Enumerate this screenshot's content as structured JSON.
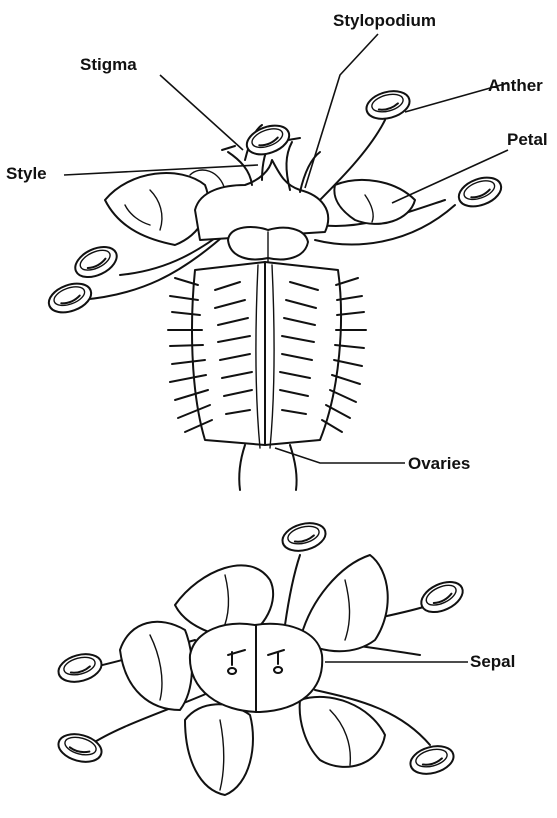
{
  "labels": {
    "stylopodium": "Stylopodium",
    "stigma": "Stigma",
    "anther": "Anther",
    "petal": "Petal",
    "style": "Style",
    "ovaries": "Ovaries",
    "sepal": "Sepal"
  },
  "colors": {
    "ink": "#111111",
    "background": "#ffffff"
  }
}
